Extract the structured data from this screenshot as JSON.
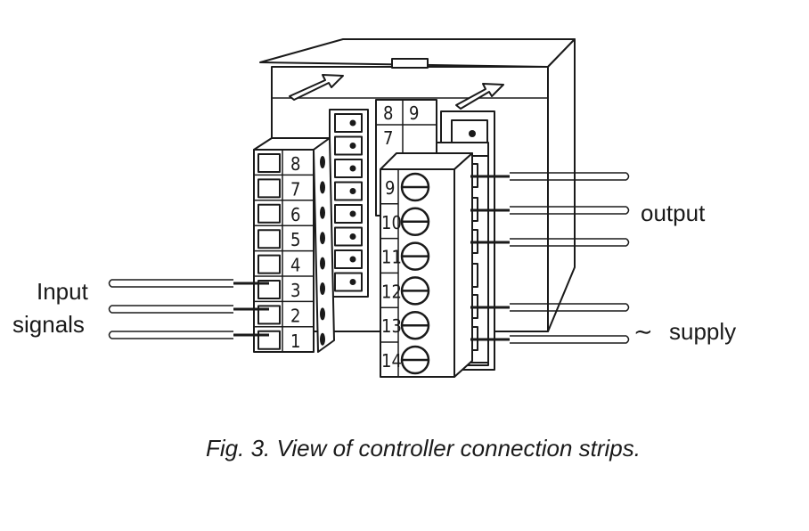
{
  "labels": {
    "input_line1": "Input",
    "input_line2": "signals",
    "output": "output",
    "supply_symbol": "∼",
    "supply": "supply"
  },
  "caption": "Fig. 3. View of controller connection strips.",
  "left_strip_numbers": [
    "8",
    "7",
    "6",
    "5",
    "4",
    "3",
    "2",
    "1"
  ],
  "front_strip_numbers": [
    "9",
    "10",
    "11",
    "12",
    "13",
    "14"
  ],
  "back_strip_numbers": [
    "8",
    "9",
    "7"
  ]
}
